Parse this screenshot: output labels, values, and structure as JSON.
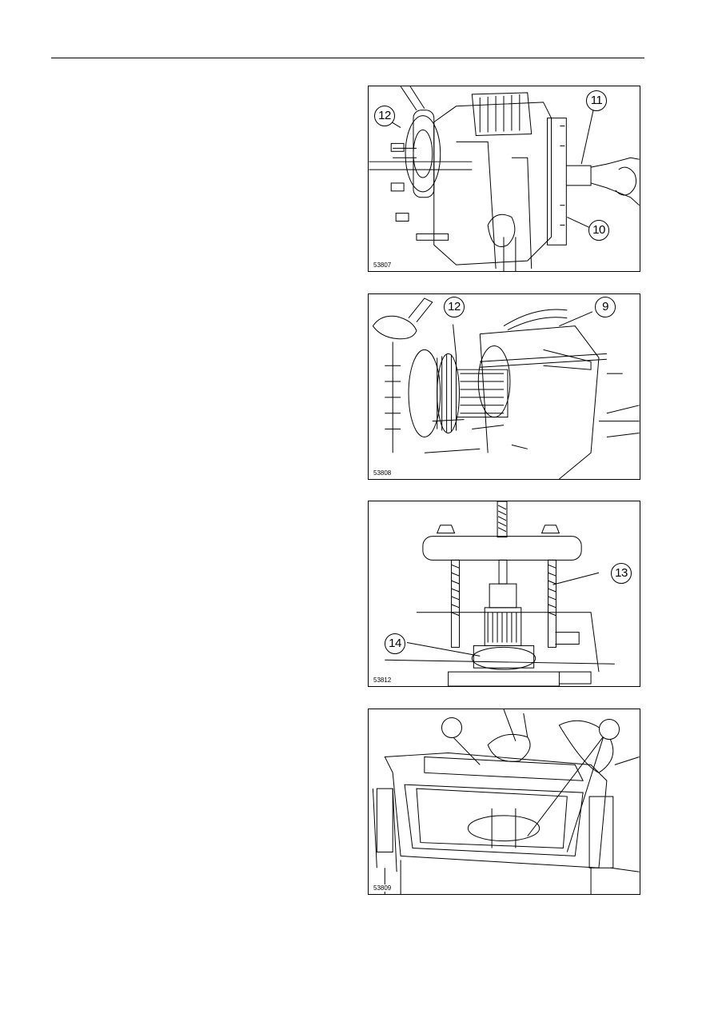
{
  "figures": [
    {
      "code": "53807",
      "callouts": [
        "12",
        "11",
        "10"
      ]
    },
    {
      "code": "53808",
      "callouts": [
        "12",
        "9"
      ]
    },
    {
      "code": "53812",
      "callouts": [
        "13",
        "14"
      ]
    },
    {
      "code": "53809",
      "callouts": [
        "",
        ""
      ]
    }
  ]
}
